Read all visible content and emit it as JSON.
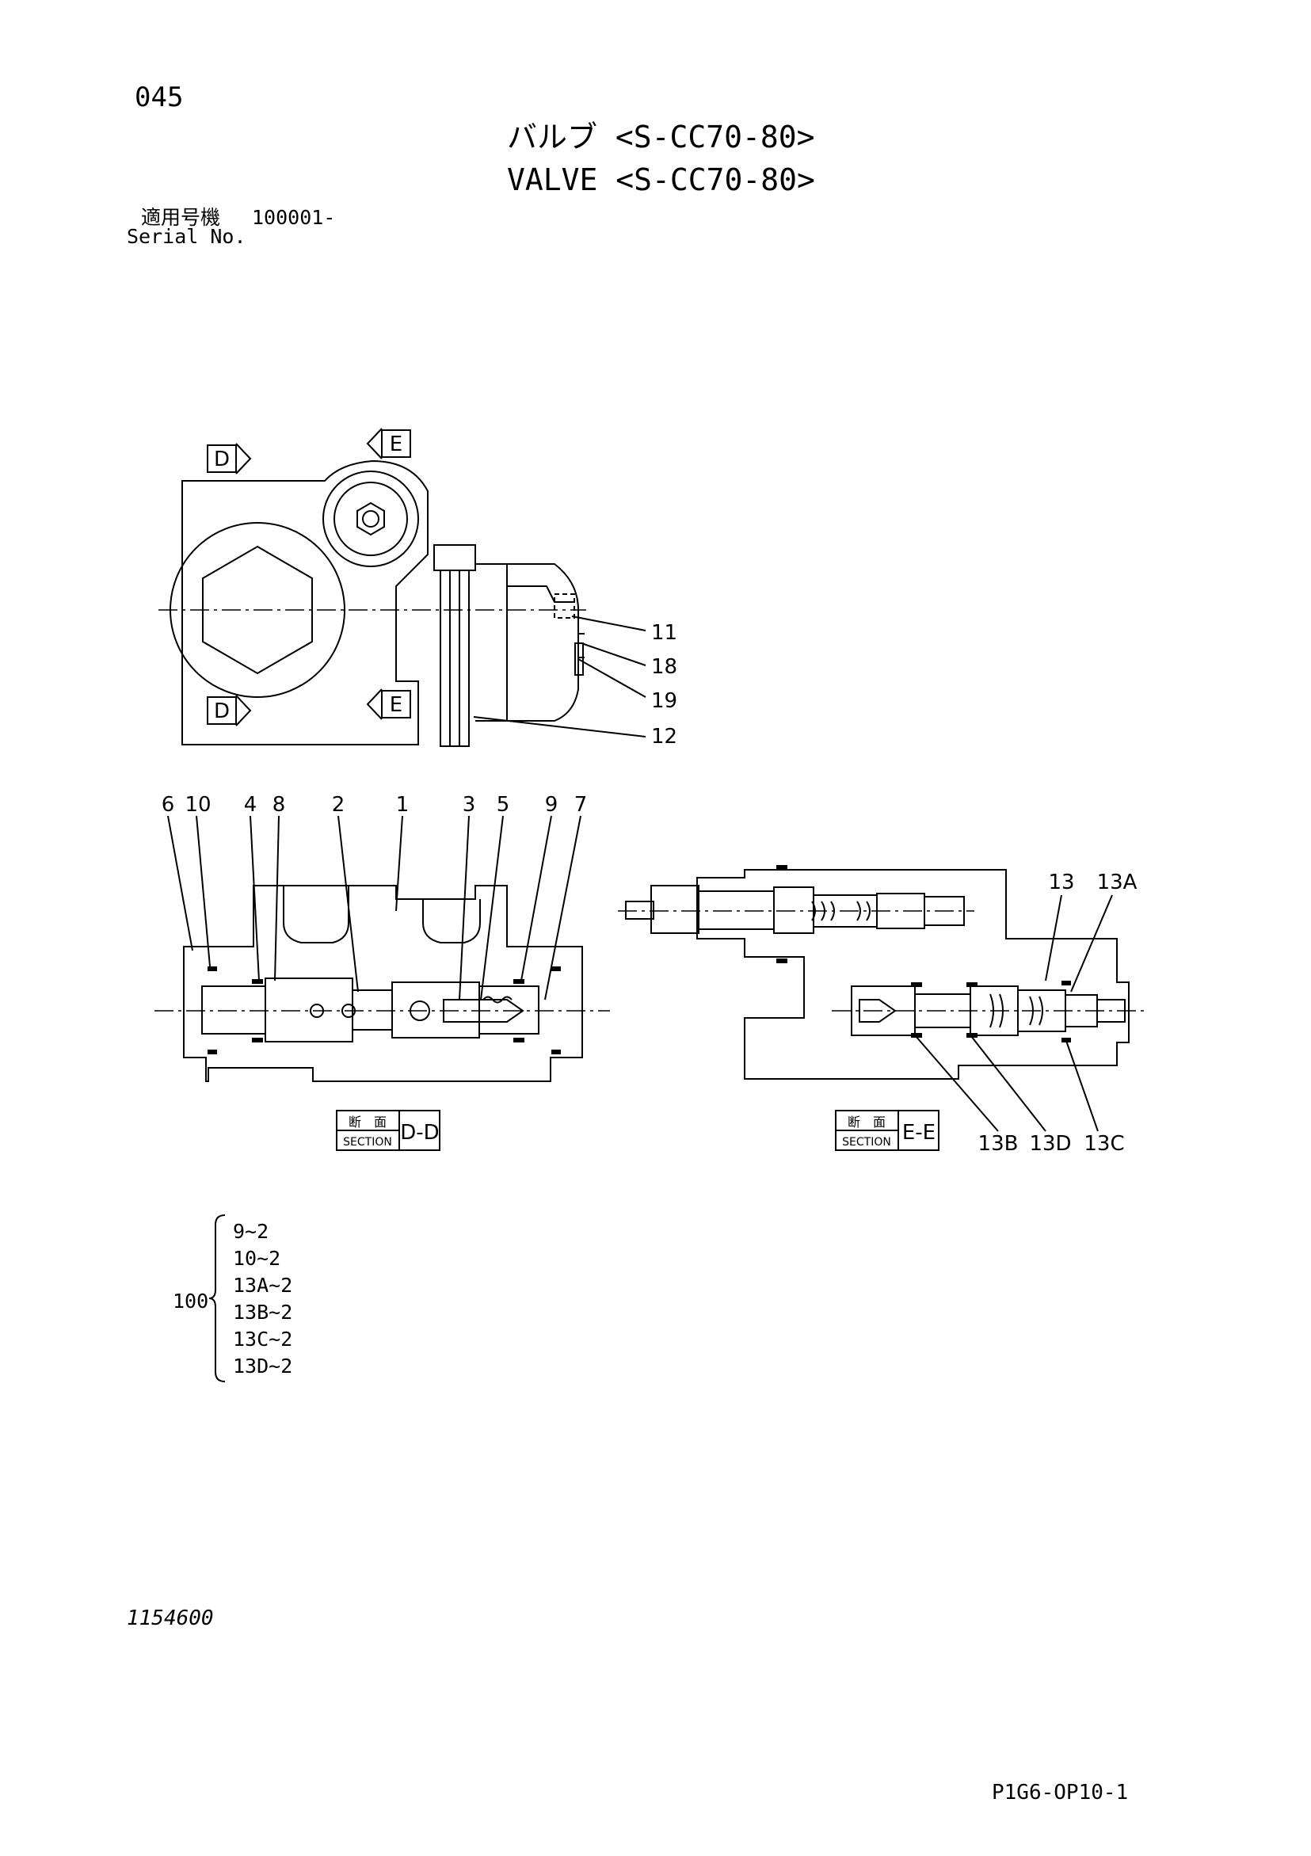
{
  "page_number": "045",
  "title_jp": "バルブ <S-CC70-80>",
  "title_en": "VALVE <S-CC70-80>",
  "serial_label_jp": "適用号機",
  "serial_value": "100001-",
  "serial_label_en": "Serial No.",
  "view_markers": {
    "d": "D",
    "e": "E"
  },
  "top_callouts": [
    "11",
    "18",
    "19",
    "12"
  ],
  "section_dd": {
    "label_jp": "断　面",
    "label_en": "SECTION",
    "id": "D-D",
    "callouts": [
      "6",
      "10",
      "4",
      "8",
      "2",
      "1",
      "3",
      "5",
      "9",
      "7"
    ]
  },
  "section_ee": {
    "label_jp": "断　面",
    "label_en": "SECTION",
    "id": "E-E",
    "callouts_top": [
      "13",
      "13A"
    ],
    "callouts_bottom": [
      "13B",
      "13D",
      "13C"
    ]
  },
  "kit": {
    "number": "100",
    "items": [
      "9~2",
      "10~2",
      "13A~2",
      "13B~2",
      "13C~2",
      "13D~2"
    ]
  },
  "doc_number": "1154600",
  "page_code": "P1G6-OP10-1"
}
